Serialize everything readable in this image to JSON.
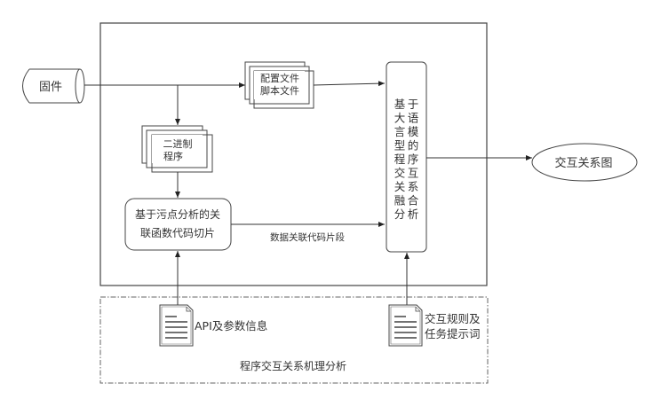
{
  "nodes": {
    "firmware": "固件",
    "config_files": [
      "配置文件",
      "脚本文件"
    ],
    "binary": [
      "二进制",
      "程序"
    ],
    "taint_slice": [
      "基于污点分析的关",
      "联函数代码切片"
    ],
    "llm_fusion": [
      "基于",
      "大语",
      "言模",
      "型的",
      "程序",
      "交互",
      "关系",
      "融合",
      "分析"
    ],
    "llm_fusion_cols": [
      "基大言型程交关融分",
      "于语模的序互系合析"
    ],
    "interaction_graph": "交互关系图",
    "api_doc": "API及参数信息",
    "rules_doc": [
      "交互规则及",
      "任务提示词"
    ]
  },
  "edges": {
    "data_snippet_label": "数据关联代码片段"
  },
  "groups": {
    "mechanism_analysis": "程序交互关系机理分析"
  }
}
